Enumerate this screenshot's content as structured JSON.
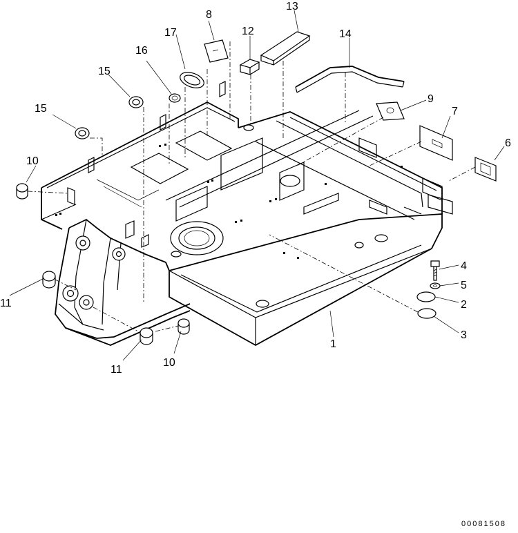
{
  "diagram": {
    "document_number": "00081508",
    "callouts": [
      "1",
      "2",
      "3",
      "4",
      "5",
      "6",
      "7",
      "8",
      "9",
      "10",
      "10",
      "11",
      "11",
      "12",
      "13",
      "14",
      "15",
      "15",
      "16",
      "17"
    ]
  }
}
